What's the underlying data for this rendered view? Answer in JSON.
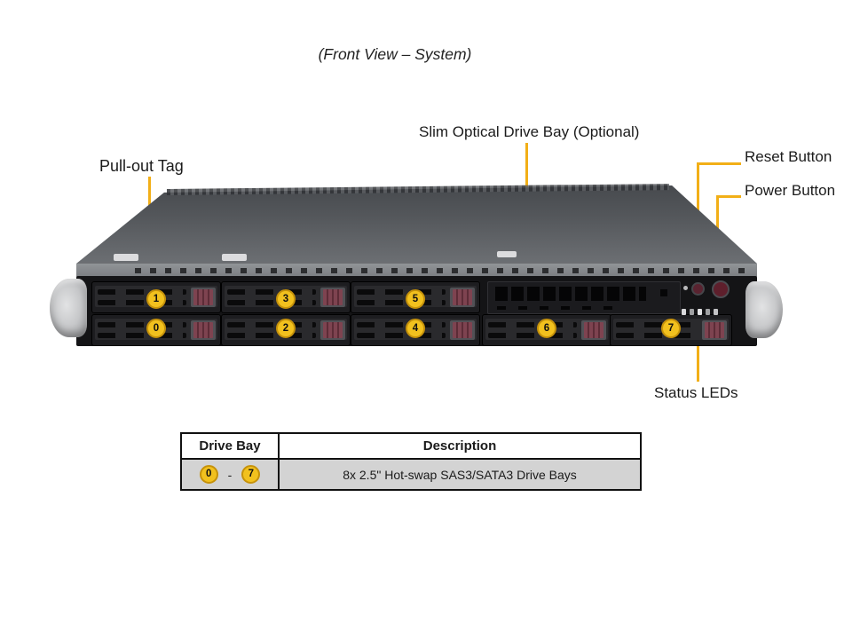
{
  "title": "(Front View – System)",
  "callouts": {
    "pull_out_tag": "Pull-out Tag",
    "slim_optical_drive_bay": "Slim Optical Drive Bay (Optional)",
    "reset_button": "Reset Button",
    "power_button": "Power Button",
    "status_leds": "Status LEDs"
  },
  "chassis": {
    "bays": {
      "row1": [
        "1",
        "3",
        "5"
      ],
      "row2": [
        "0",
        "2",
        "4",
        "6",
        "7"
      ]
    }
  },
  "table": {
    "headers": [
      "Drive Bay",
      "Description"
    ],
    "row": {
      "bay_start": "0",
      "separator": "-",
      "bay_end": "7",
      "description": "8x 2.5\" Hot-swap SAS3/SATA3 Drive Bays"
    }
  },
  "colors": {
    "callout_line": "#F2AF17",
    "bay_badge_fill": "#F2C11E",
    "bay_badge_ring": "#C6920A",
    "chassis_front": "#141416",
    "latch": "#7D4350",
    "table_row_bg": "#D3D3D3"
  }
}
